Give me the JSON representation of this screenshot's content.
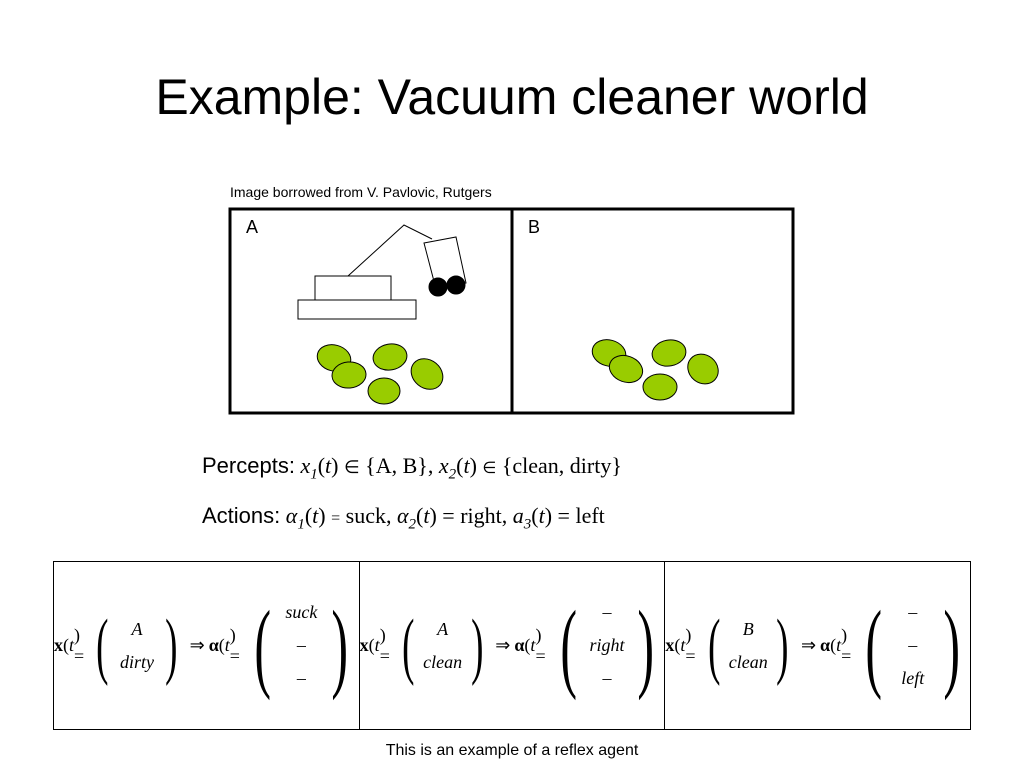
{
  "title": "Example: Vacuum cleaner world",
  "credit": "Image borrowed from V. Pavlovic, Rutgers",
  "world": {
    "left_label": "A",
    "right_label": "B",
    "colors": {
      "dirt": "#99cc00",
      "outline": "#000000"
    }
  },
  "percepts": {
    "label": "Percepts:",
    "x1": "x",
    "sub1": "1",
    "t": "t",
    "set1": "{A, B},",
    "x2": "x",
    "sub2": "2",
    "set2": "{clean, dirty}"
  },
  "actions": {
    "label": "Actions:",
    "a1": "α",
    "sub1": "1",
    "v1": "suck,",
    "a2": "α",
    "sub2": "2",
    "v2": "right,",
    "a3": "a",
    "sub3": "3",
    "v3": "left"
  },
  "rules": [
    {
      "in": [
        "A",
        "dirty"
      ],
      "out": [
        "suck",
        "–",
        "–"
      ]
    },
    {
      "in": [
        "A",
        "clean"
      ],
      "out": [
        "–",
        "right",
        "–"
      ]
    },
    {
      "in": [
        "B",
        "clean"
      ],
      "out": [
        "–",
        "–",
        "left"
      ]
    }
  ],
  "rule_text": {
    "x": "x",
    "alpha": "α",
    "t": "t"
  },
  "caption": "This is an example of a reflex agent"
}
